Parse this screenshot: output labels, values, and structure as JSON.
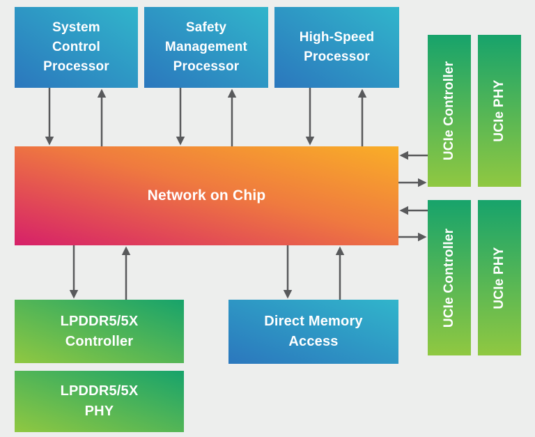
{
  "diagram": {
    "nodes": {
      "system_control": {
        "label": "System\nControl\nProcessor"
      },
      "safety_management": {
        "label": "Safety\nManagement\nProcessor"
      },
      "high_speed": {
        "label": "High-Speed\nProcessor"
      },
      "noc": {
        "label": "Network on Chip"
      },
      "lpddr_controller": {
        "label": "LPDDR5/5X\nController"
      },
      "lpddr_phy": {
        "label": "LPDDR5/5X\nPHY"
      },
      "dma": {
        "label": "Direct Memory\nAccess"
      },
      "ucie_controller_top": {
        "label": "UCIe Controller"
      },
      "ucie_phy_top": {
        "label": "UCIe PHY"
      },
      "ucie_controller_bottom": {
        "label": "UCIe Controller"
      },
      "ucie_phy_bottom": {
        "label": "UCIe PHY"
      }
    },
    "colors": {
      "background": "#edeeed",
      "blue_start": "#2b77bd",
      "blue_end": "#31b5cb",
      "green_dark": "#17a36b",
      "green_light": "#90c841",
      "noc_start": "#d62069",
      "noc_mid": "#ef7a3f",
      "noc_end": "#f9ae27",
      "arrow": "#58595b",
      "text": "#ffffff"
    }
  }
}
